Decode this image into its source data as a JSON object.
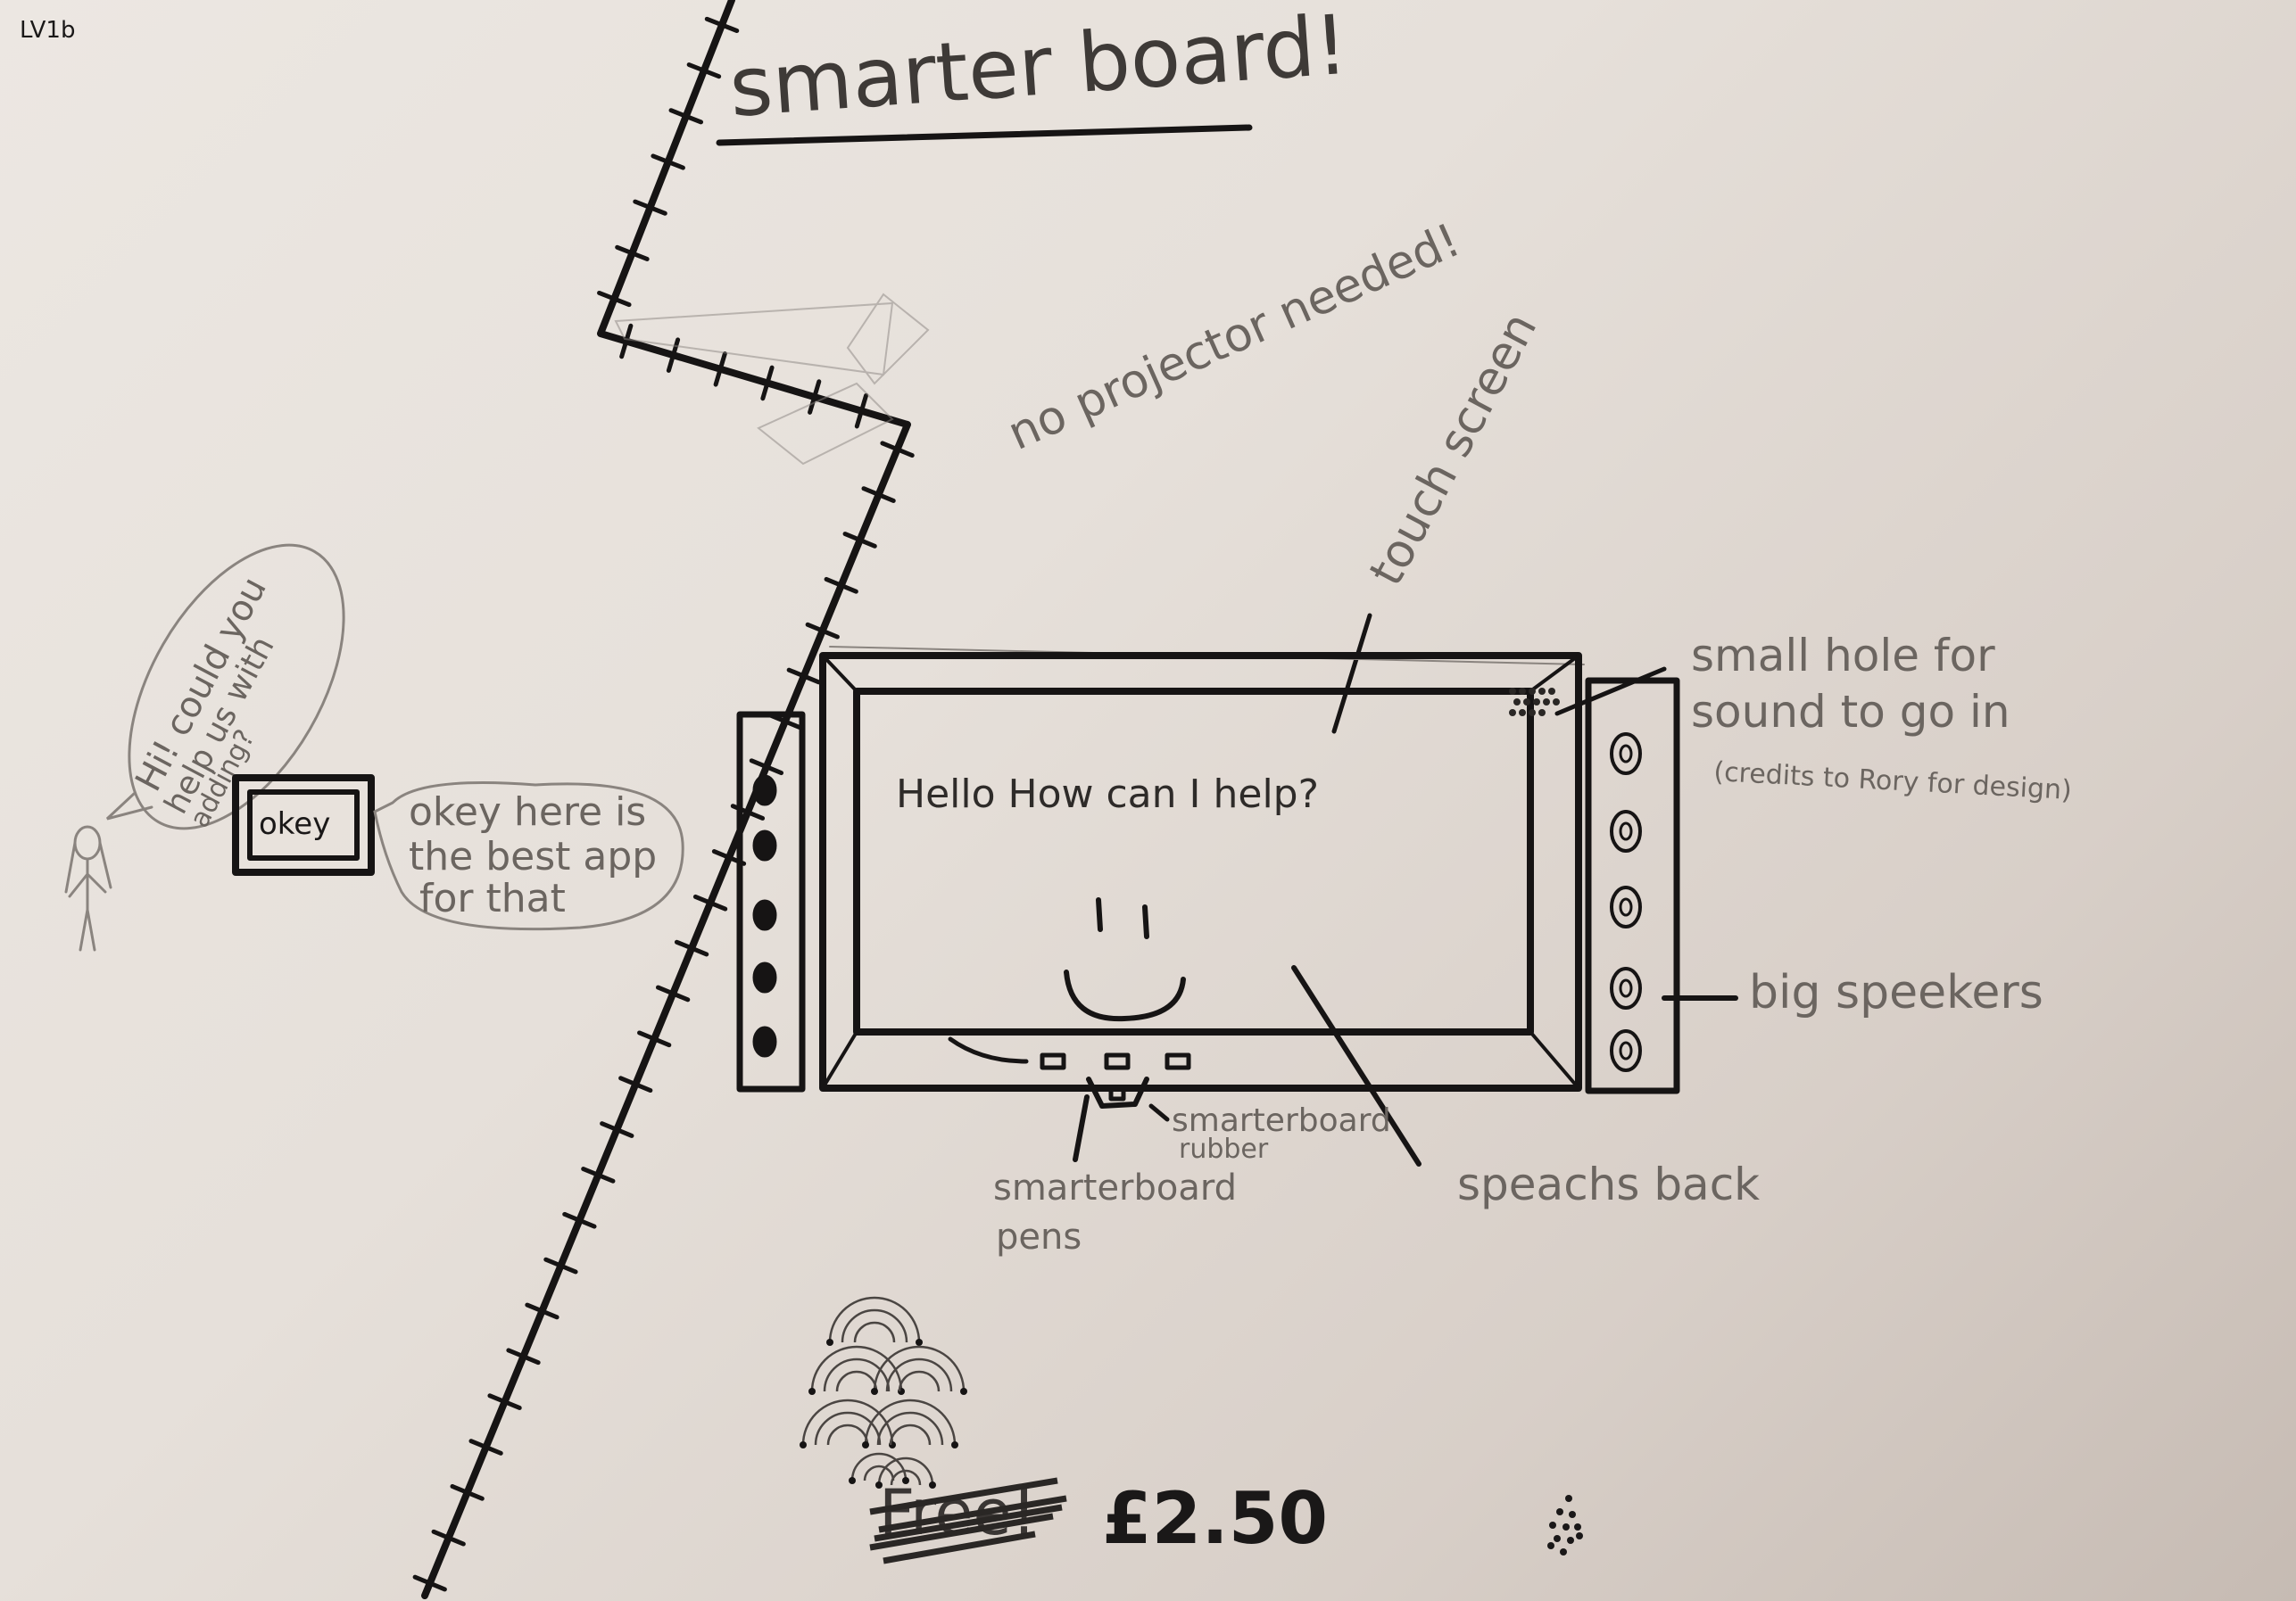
{
  "corner_label": "LV1b",
  "title": "smarter board!",
  "annotations": {
    "no_projector": "no projector needed!",
    "touch_screen": "touch screen",
    "sound_hole": [
      "small hole for",
      "sound to go in",
      "(credits to Rory for design)"
    ],
    "speakers": "big speekers",
    "speaks_back": "speachs back",
    "rubber": [
      "smarterboard",
      "rubber"
    ],
    "pens": [
      "smarterboard",
      "pens"
    ]
  },
  "screen": {
    "greeting": "Hello How can I help?",
    "face_icon": "smiley-face"
  },
  "scene": {
    "speech_bubble": [
      "Hi! could you",
      "help us with",
      "adding?"
    ],
    "device_button": "okey",
    "reply_bubble": [
      "okey here is",
      "the best app",
      "for that"
    ]
  },
  "price": {
    "crossed_out": "Free!",
    "value": "£2.50"
  },
  "colors": {
    "paper": "#e9e3dd",
    "ink": "#161414",
    "pencil": "#6b6560"
  }
}
